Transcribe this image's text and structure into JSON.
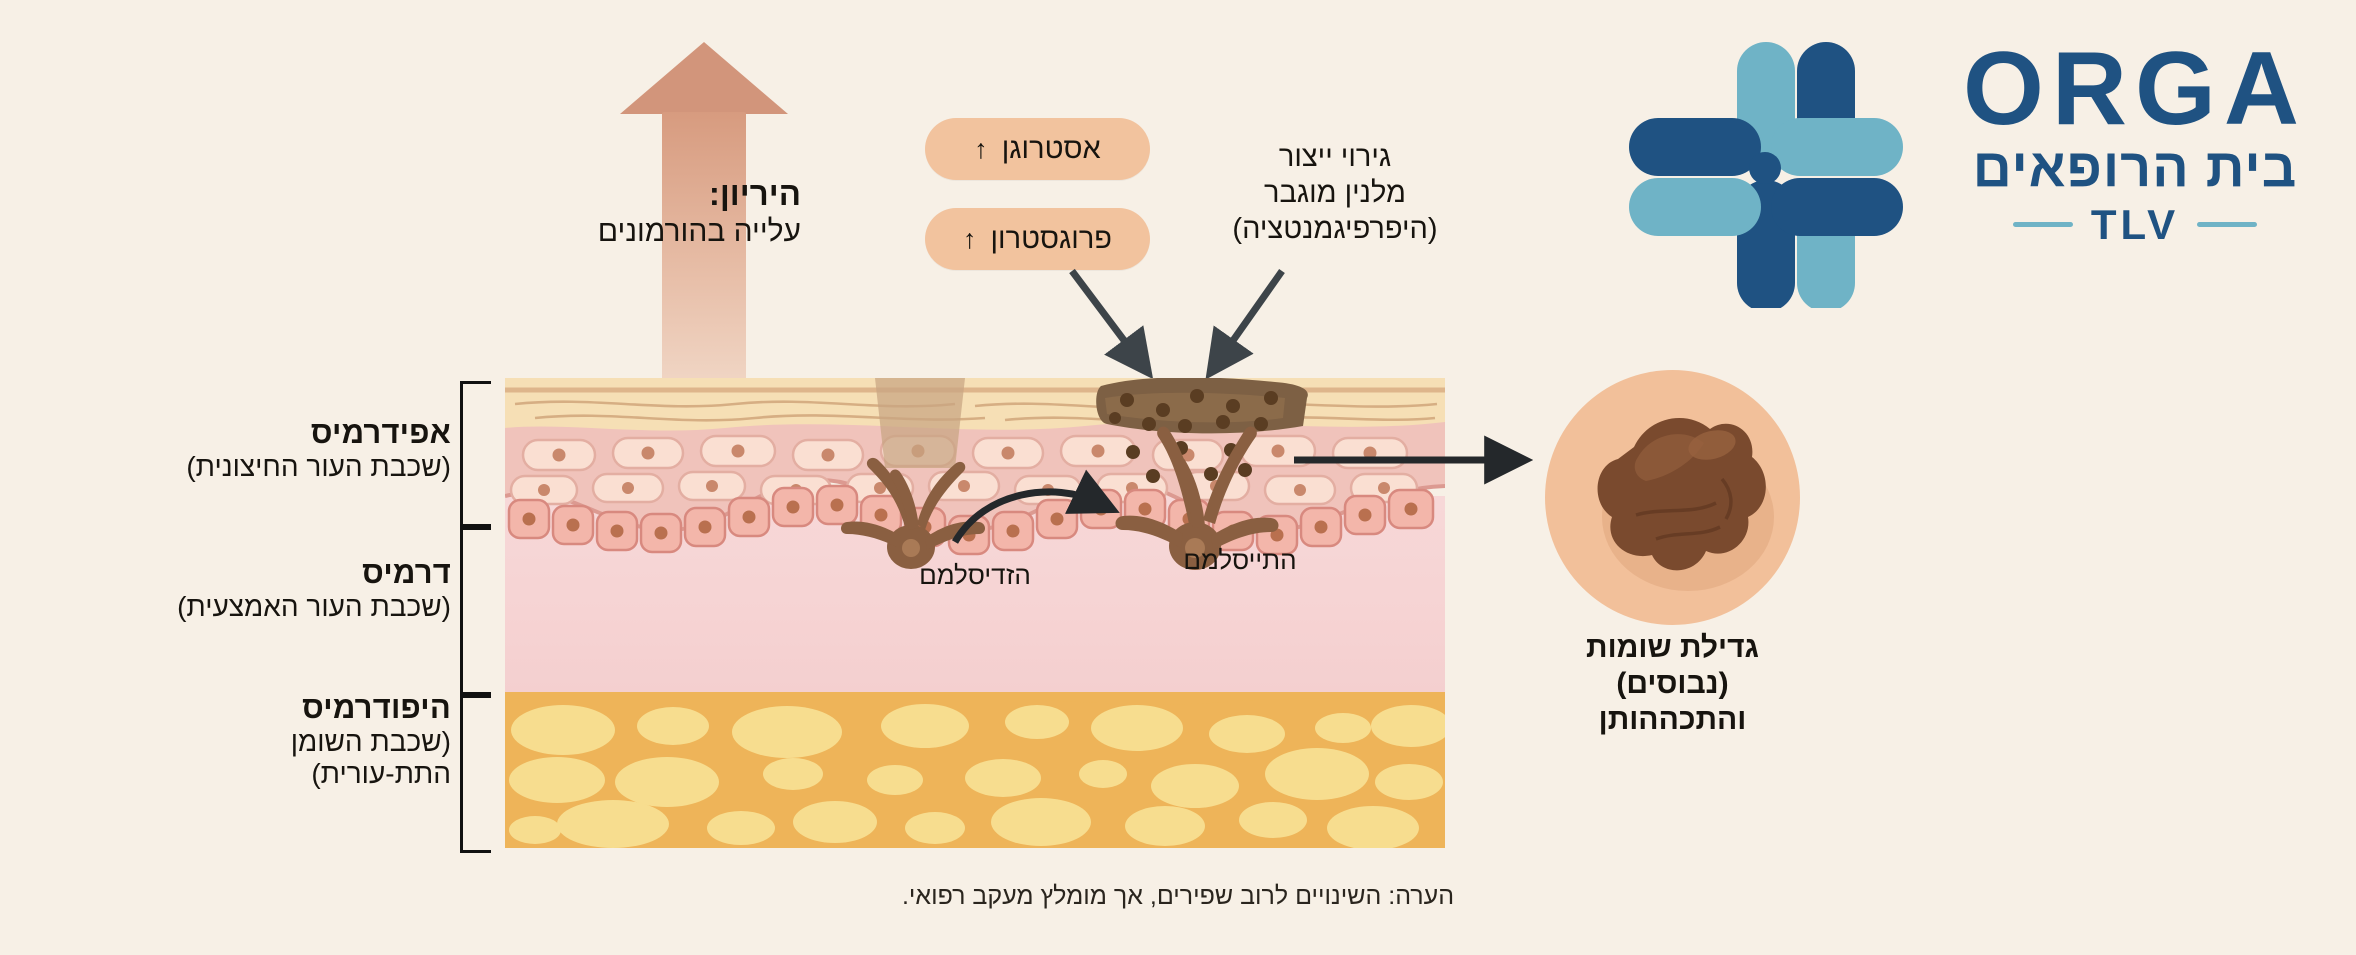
{
  "background_color": "#f7f0e6",
  "pregnancy": {
    "title": "היריון:",
    "subtitle": "עלייה בהורמונים",
    "arrow_color": "#d2957b"
  },
  "hormones": {
    "pill_color": "#f2c39e",
    "items": [
      {
        "label": "אסטרוגן",
        "trend": "↑"
      },
      {
        "label": "פרוגסטרון",
        "trend": "↑"
      }
    ]
  },
  "hyperpigmentation": {
    "line1": "גירוי ייצור",
    "line2": "מלנין מוגבר",
    "line3": "(היפרפיגמנטציה)"
  },
  "skin_layers": [
    {
      "title": "אפידרמיס",
      "subtitle": "(שכבת העור החיצונית)",
      "color": "#f3c9a8"
    },
    {
      "title": "דרמיס",
      "subtitle": "(שכבת העור האמצעית)",
      "color": "#f6d3d3"
    },
    {
      "title": "היפודרמיס",
      "subtitle_line1": "(שכבת השומן",
      "subtitle_line2": "התת-עורית)",
      "color": "#eeb459"
    }
  ],
  "melanocytes": [
    {
      "label": "הזדיסלמם",
      "state": "normal"
    },
    {
      "label": "התייסלמם",
      "state": "active"
    }
  ],
  "mole": {
    "caption_line1": "גדילת שומות",
    "caption_line2": "(נבוסים)",
    "caption_line3": "והתכההותן",
    "skin_color": "#f2c09a",
    "lesion_color": "#7a4a2e"
  },
  "footnote": "הערה: השינויים לרוב שפירים, אך מומלץ מעקב רפואי.",
  "logo": {
    "brand": "ORGA",
    "tagline": "בית הרופאים",
    "city": "TLV",
    "dark_blue": "#1f5282",
    "light_blue": "#6fb3c6"
  }
}
